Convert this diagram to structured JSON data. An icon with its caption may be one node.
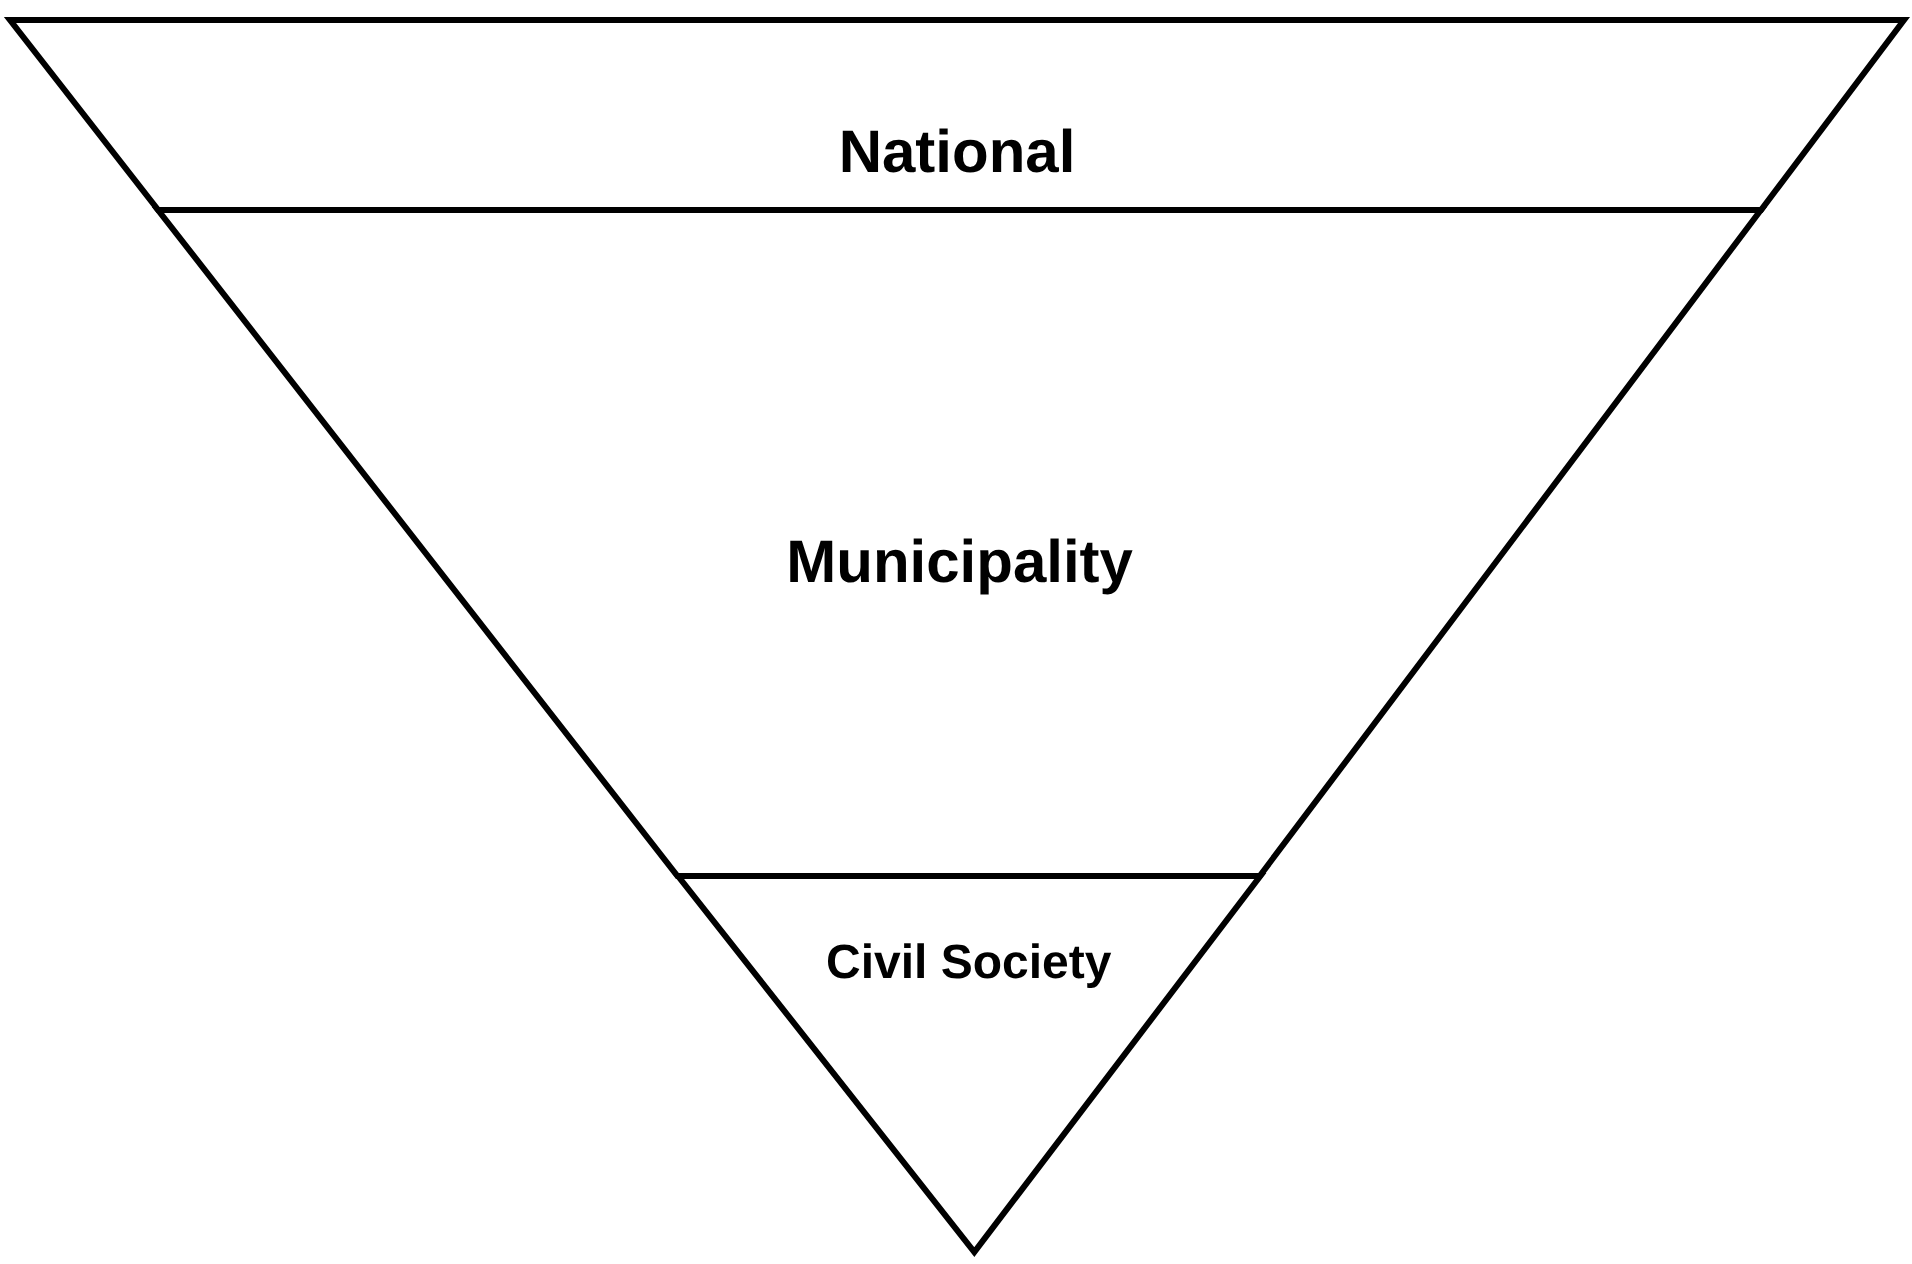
{
  "diagram": {
    "nodes": [
      {
        "text": [
          "National"
        ]
      },
      {
        "text": [
          "Municipality"
        ]
      },
      {
        "text": [
          "Civil Society"
        ]
      }
    ]
  }
}
